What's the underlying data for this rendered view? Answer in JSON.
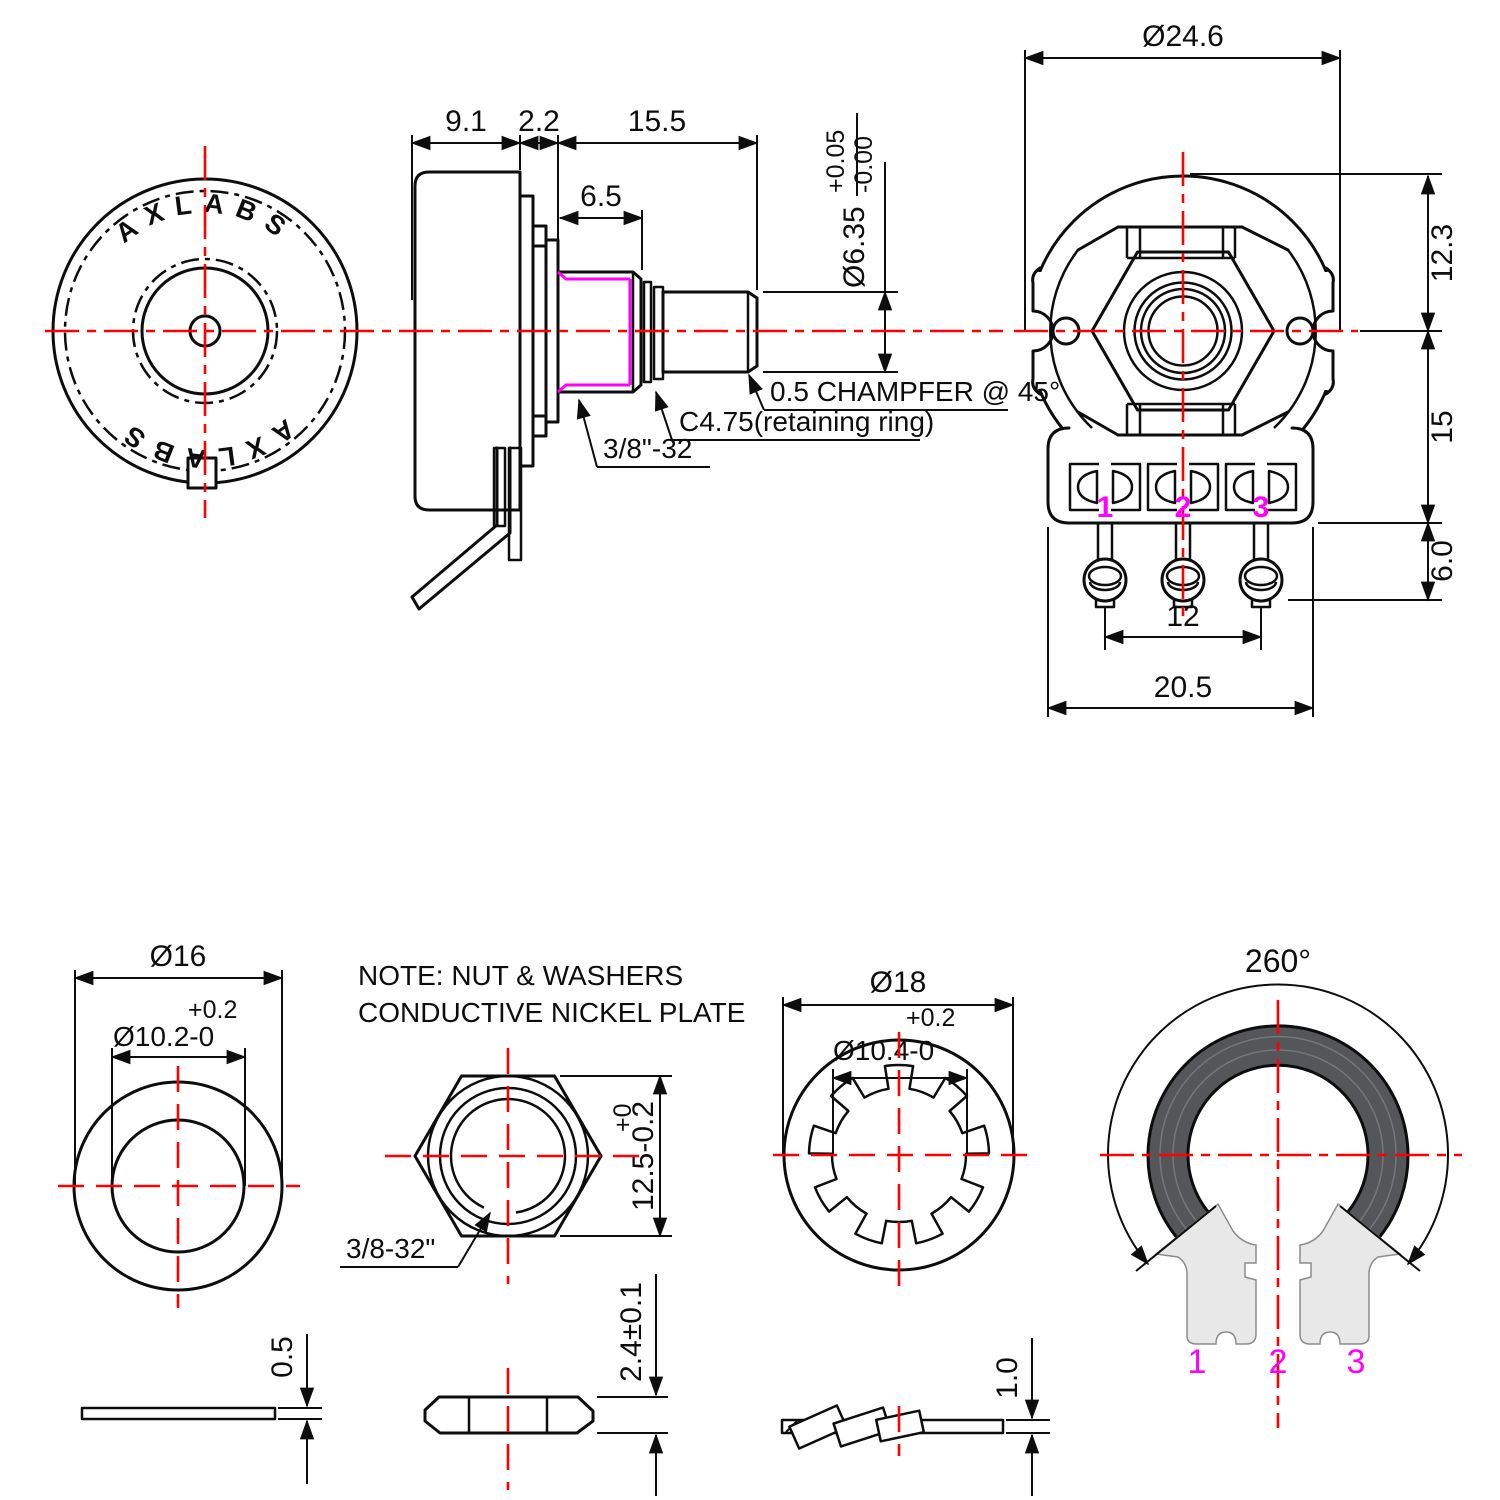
{
  "colors": {
    "line": "#0d0d0d",
    "centerline": "#ff0000",
    "accent": "#ff00ff",
    "band_fill": "#55565a",
    "tab_fill": "#e8e8e8"
  },
  "front_view": {
    "brand_top": "AXLABS",
    "brand_bottom": "AXLABS"
  },
  "side_view": {
    "dim_body_depth": "9.1",
    "dim_flange_gap": "2.2",
    "dim_shaft_length": "15.5",
    "dim_bushing_length": "6.5",
    "dim_shaft_dia": "Ø6.35",
    "shaft_tol_plus": "+0.05",
    "shaft_tol_minus": "-0.00",
    "note_chamfer": "0.5 CHAMPFER @ 45°",
    "note_retaining_ring": "C4.75(retaining ring)",
    "note_thread": "3/8\"-32"
  },
  "rear_view": {
    "dim_body_dia": "Ø24.6",
    "dim_center_to_top": "12.3",
    "dim_center_to_block": "15",
    "dim_block_to_lug": "6.0",
    "dim_lug_spacing": "12",
    "dim_block_width": "20.5",
    "terminals": [
      "1",
      "2",
      "3"
    ]
  },
  "note": {
    "line1": "NOTE: NUT & WASHERS",
    "line2": "CONDUCTIVE NICKEL PLATE"
  },
  "flat_washer": {
    "dim_outer_dia": "Ø16",
    "dim_inner_dia": "Ø10.2-0",
    "inner_tol": "+0.2",
    "dim_thickness": "0.5"
  },
  "hex_nut": {
    "label_thread": "3/8-32\"",
    "dim_across_flats": "12.5-0.2",
    "across_flats_tol": "+0",
    "dim_thickness": "2.4±0.1"
  },
  "lock_washer": {
    "dim_outer_dia": "Ø18",
    "dim_inner_dia": "Ø10.4-0",
    "inner_tol": "+0.2",
    "dim_thickness": "1.0"
  },
  "element": {
    "dim_rotation": "260°",
    "terminals": [
      "1",
      "2",
      "3"
    ]
  }
}
